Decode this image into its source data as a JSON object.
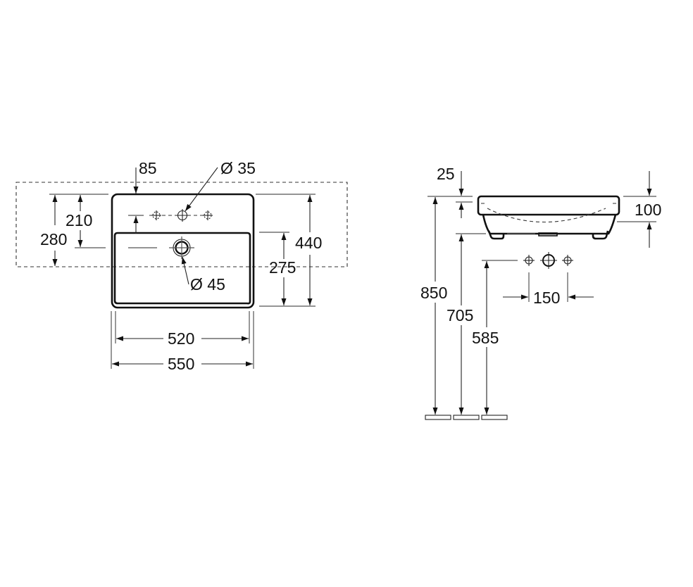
{
  "drawing": {
    "type": "technical-drawing",
    "subject": "washbasin",
    "units": "mm",
    "plan_view": {
      "dimensions": {
        "tap_hole_offset": "85",
        "tap_hole_diameter": "Ø 35",
        "tap_hole_to_bowl": "210",
        "depth_to_waste": "280",
        "overall_depth": "440",
        "bowl_depth": "275",
        "waste_diameter": "Ø 45",
        "inner_width": "520",
        "overall_width": "550"
      }
    },
    "side_view": {
      "dimensions": {
        "rim_thickness": "25",
        "basin_height": "100",
        "rim_height_from_floor": "850",
        "underside_height": "705",
        "supply_height": "585",
        "supply_spacing": "150"
      }
    }
  }
}
